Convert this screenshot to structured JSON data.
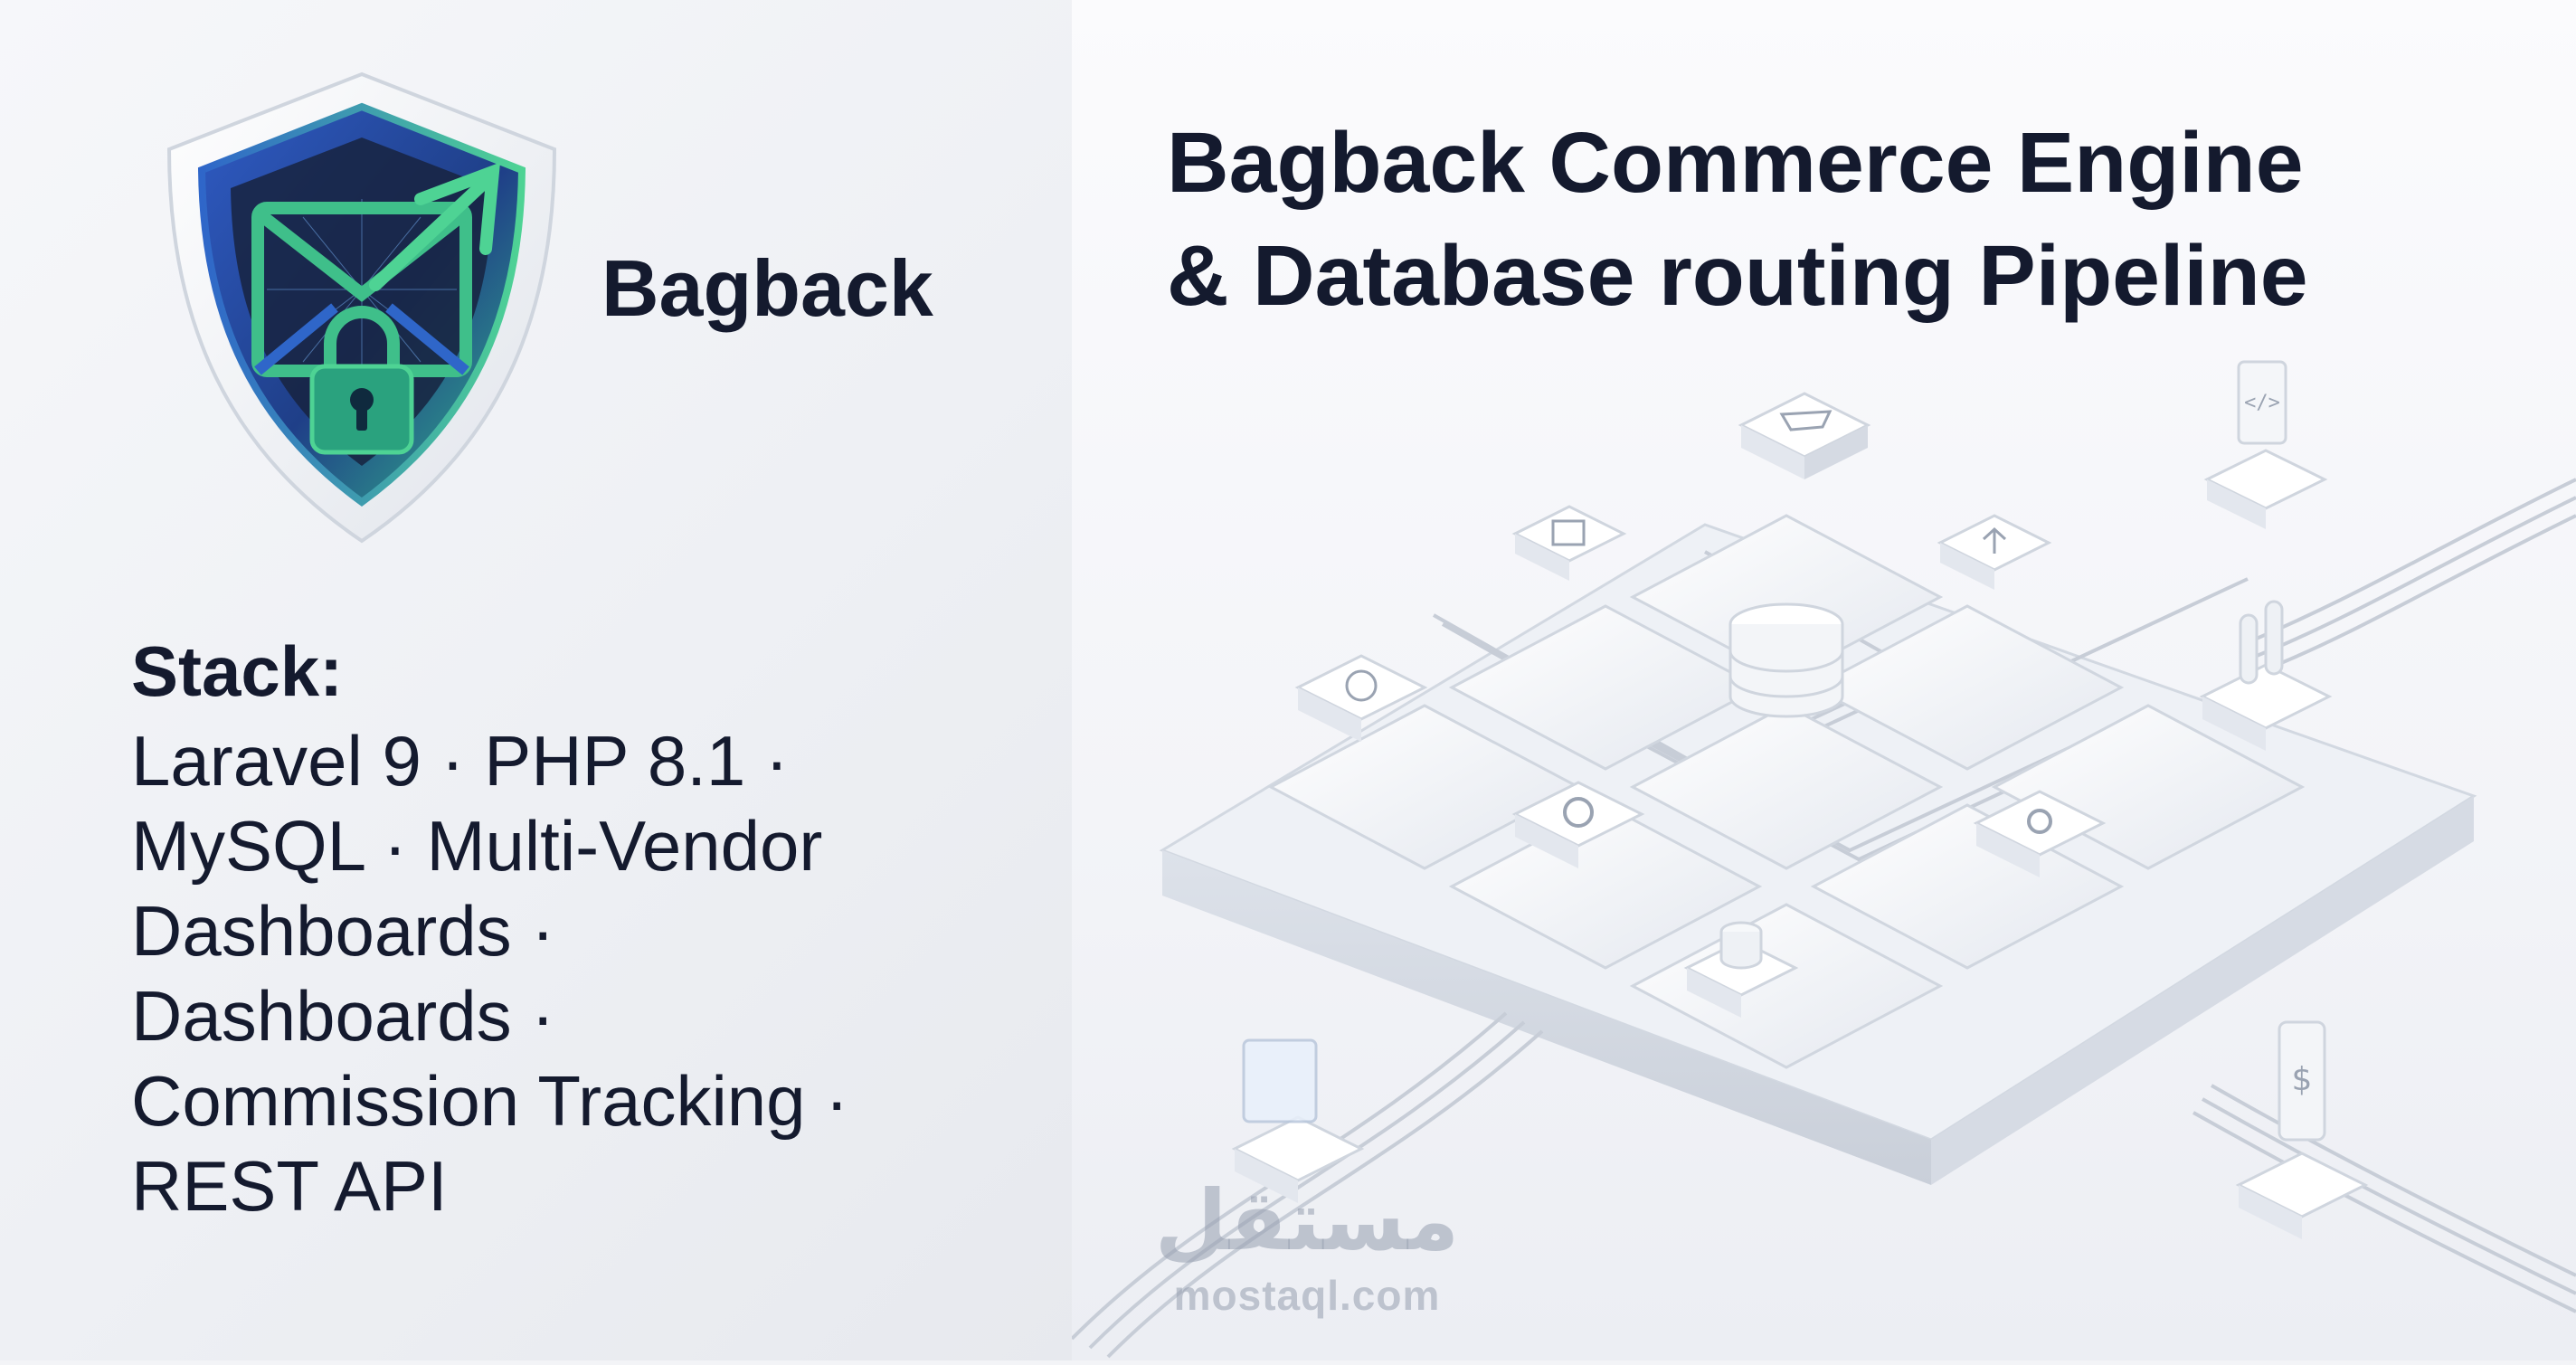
{
  "brand": {
    "name": "Bagback",
    "logo_icon": "shield-envelope-lock-icon",
    "colors": {
      "shield_blue": "#2a4fa8",
      "shield_green": "#3fbf8a",
      "dark_navy": "#141a2e"
    }
  },
  "headline": {
    "line1": "Bagback Commerce Engine",
    "line2": "& Database routing Pipeline"
  },
  "stack": {
    "label": "Stack:",
    "lines": [
      "Laravel 9 · PHP 8.1 ·",
      "MySQL · Multi-Vendor",
      "Dashboards ·",
      "Dashboards ·",
      "Commission Tracking ·",
      "REST API"
    ]
  },
  "illustration": {
    "module_icons": [
      "cart-icon",
      "document-icon",
      "upload-icon",
      "code-icon",
      "database-icon",
      "refresh-icon",
      "cylinder-icon",
      "gear-icon",
      "settings-ring-icon",
      "button-knob-icon",
      "dollar-icon",
      "monitor-icon"
    ]
  },
  "watermark": {
    "mark": "مستقل",
    "url": "mostaql.com"
  }
}
